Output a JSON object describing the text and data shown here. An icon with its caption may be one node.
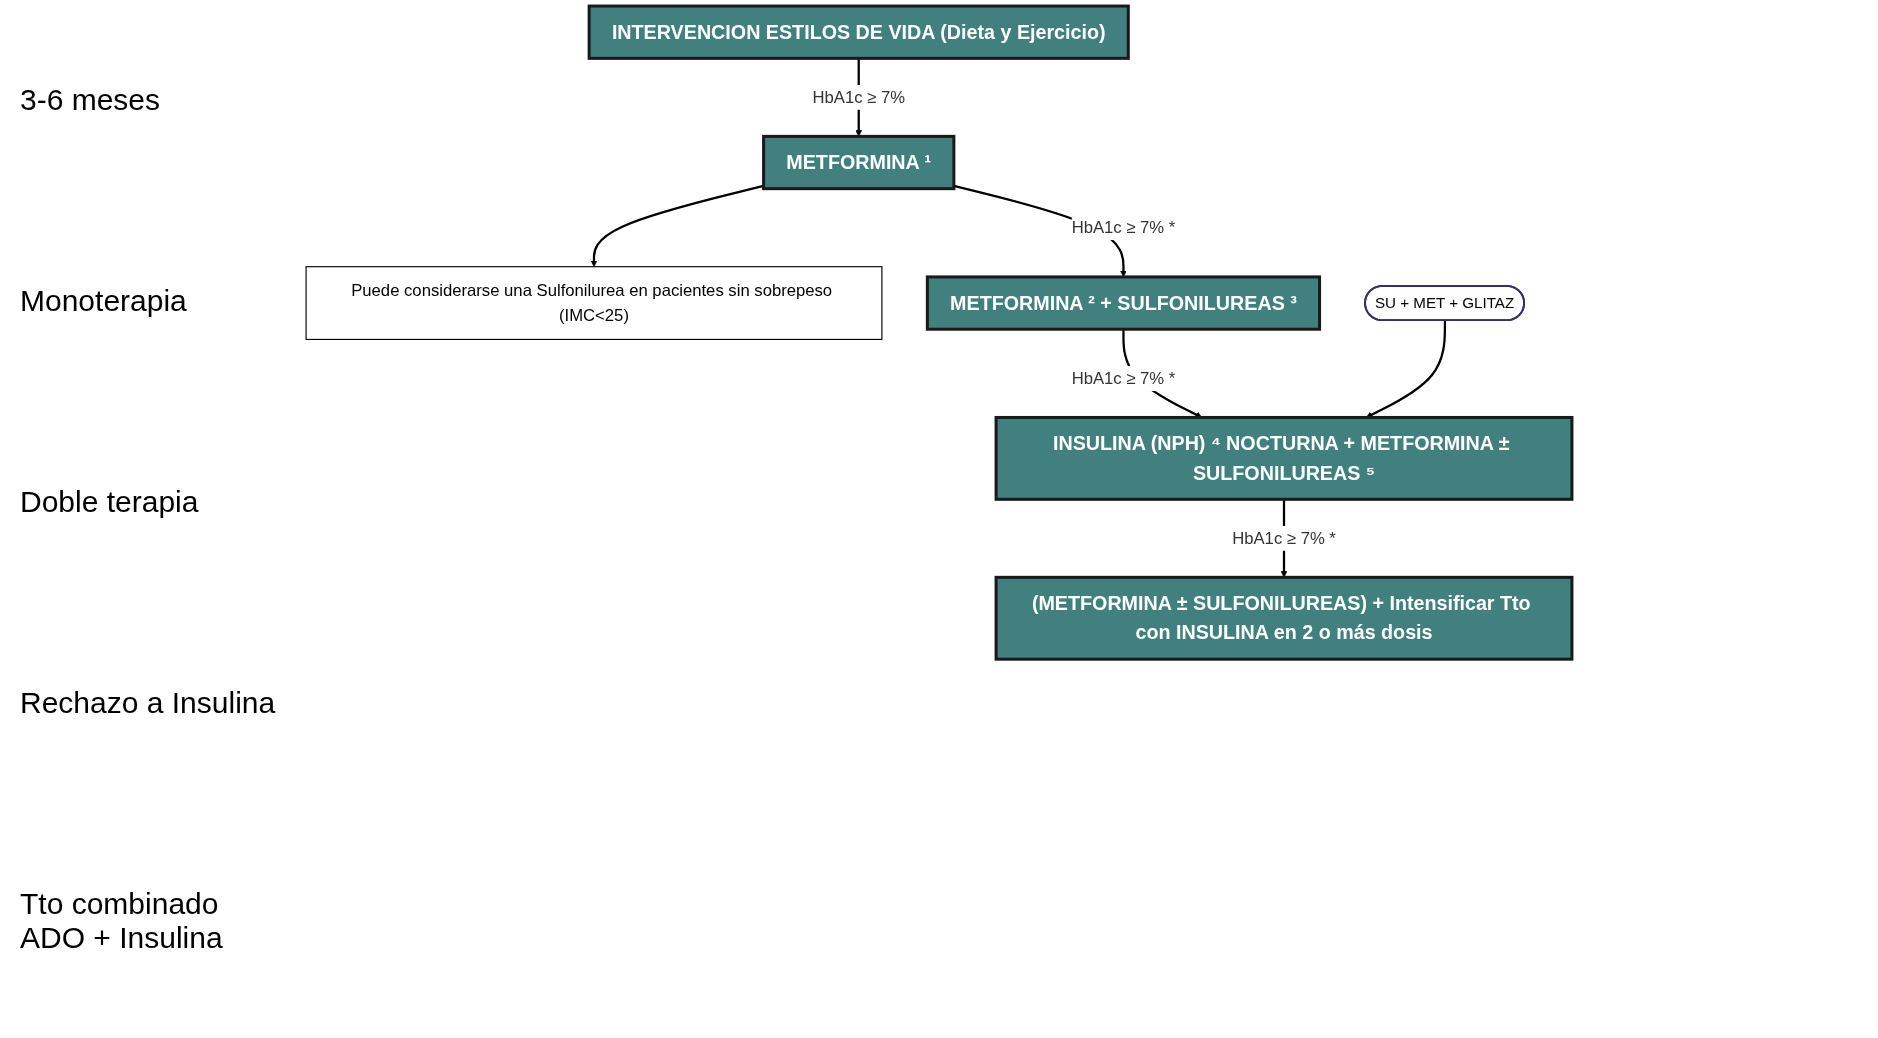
{
  "diagram": {
    "nodes": [
      {
        "text": [
          "INTERVENCION ESTILOS DE VIDA (Dieta y Ejercicio)"
        ]
      },
      {
        "text": [
          "METFORMINA ¹"
        ]
      },
      {
        "text": [
          "Puede considerarse una Sulfonilurea en pacientes sin sobrepeso (IMC<25)"
        ]
      },
      {
        "text": [
          "METFORMINA ² + SULFONILUREAS ³"
        ]
      },
      {
        "text": [
          "SU + MET + GLITAZ"
        ]
      },
      {
        "text": [
          "INSULINA (NPH) ⁴ NOCTURNA + METFORMINA ± SULFONILUREAS ⁵"
        ]
      },
      {
        "text": [
          "(METFORMINA ± SULFONILUREAS) + Intensificar Tto con INSULINA en 2 o más dosis"
        ]
      }
    ],
    "edges": [
      {
        "from": 0,
        "to": 1,
        "arrow": "to",
        "label": "HbA1c ≥ 7%"
      },
      {
        "from": 1,
        "to": 2,
        "arrow": "to"
      },
      {
        "from": 1,
        "to": 3,
        "arrow": "to",
        "label": "HbA1c ≥ 7% *"
      },
      {
        "from": 3,
        "to": 5,
        "arrow": "to",
        "label": "HbA1c ≥ 7% *"
      },
      {
        "from": 4,
        "to": 5,
        "arrow": "to"
      },
      {
        "from": 5,
        "to": 6,
        "arrow": "to",
        "label": "HbA1c ≥ 7% *"
      }
    ],
    "labels": [
      "3-6 meses",
      "Monoterapia",
      "Doble terapia",
      "Rechazo a Insulina",
      "Tto combinado ADO + Insulina"
    ]
  }
}
